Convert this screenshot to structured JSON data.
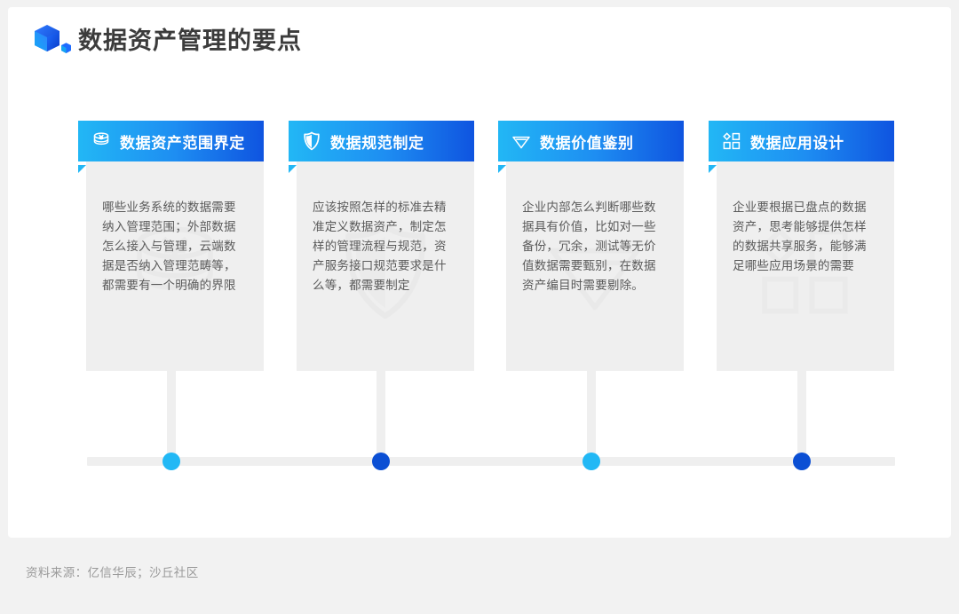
{
  "page": {
    "title": "数据资产管理的要点",
    "logo_icon": "blue-cube-logo",
    "background_color": "#f2f2f2",
    "canvas_color": "#ffffff"
  },
  "colors": {
    "header_gradient_start": "#22b7f5",
    "header_gradient_end": "#0f54e0",
    "dot_cyan": "#22b8f5",
    "dot_blue": "#0b4fd4",
    "card_body": "#efefef",
    "timeline_track": "#efefef",
    "title_text": "#3c3c3c",
    "body_text": "#5a5a5a",
    "footer_text": "#9a9a9a"
  },
  "cards": [
    {
      "title": "数据资产范围界定",
      "icon": "database-stack-icon",
      "body": "哪些业务系统的数据需要纳入管理范围；外部数据怎么接入与管理，云端数据是否纳入管理范畴等，都需要有一个明确的界限",
      "dot_color": "#22b8f5"
    },
    {
      "title": "数据规范制定",
      "icon": "shield-icon",
      "body": "应该按照怎样的标准去精准定义数据资产，制定怎样的管理流程与规范，资产服务接口规范要求是什么等，都需要制定",
      "dot_color": "#0b4fd4"
    },
    {
      "title": "数据价值鉴别",
      "icon": "diamond-gem-icon",
      "body": "企业内部怎么判断哪些数据具有价值，比如对一些备份，冗余，测试等无价值数据需要甄别，在数据资产编目时需要剔除。",
      "dot_color": "#22b8f5"
    },
    {
      "title": "数据应用设计",
      "icon": "shapes-grid-icon",
      "body": "企业要根据已盘点的数据资产，思考能够提供怎样的数据共享服务，能够满足哪些应用场景的需要",
      "dot_color": "#0b4fd4"
    }
  ],
  "footer": {
    "source_note": "资料来源：亿信华辰；沙丘社区"
  }
}
